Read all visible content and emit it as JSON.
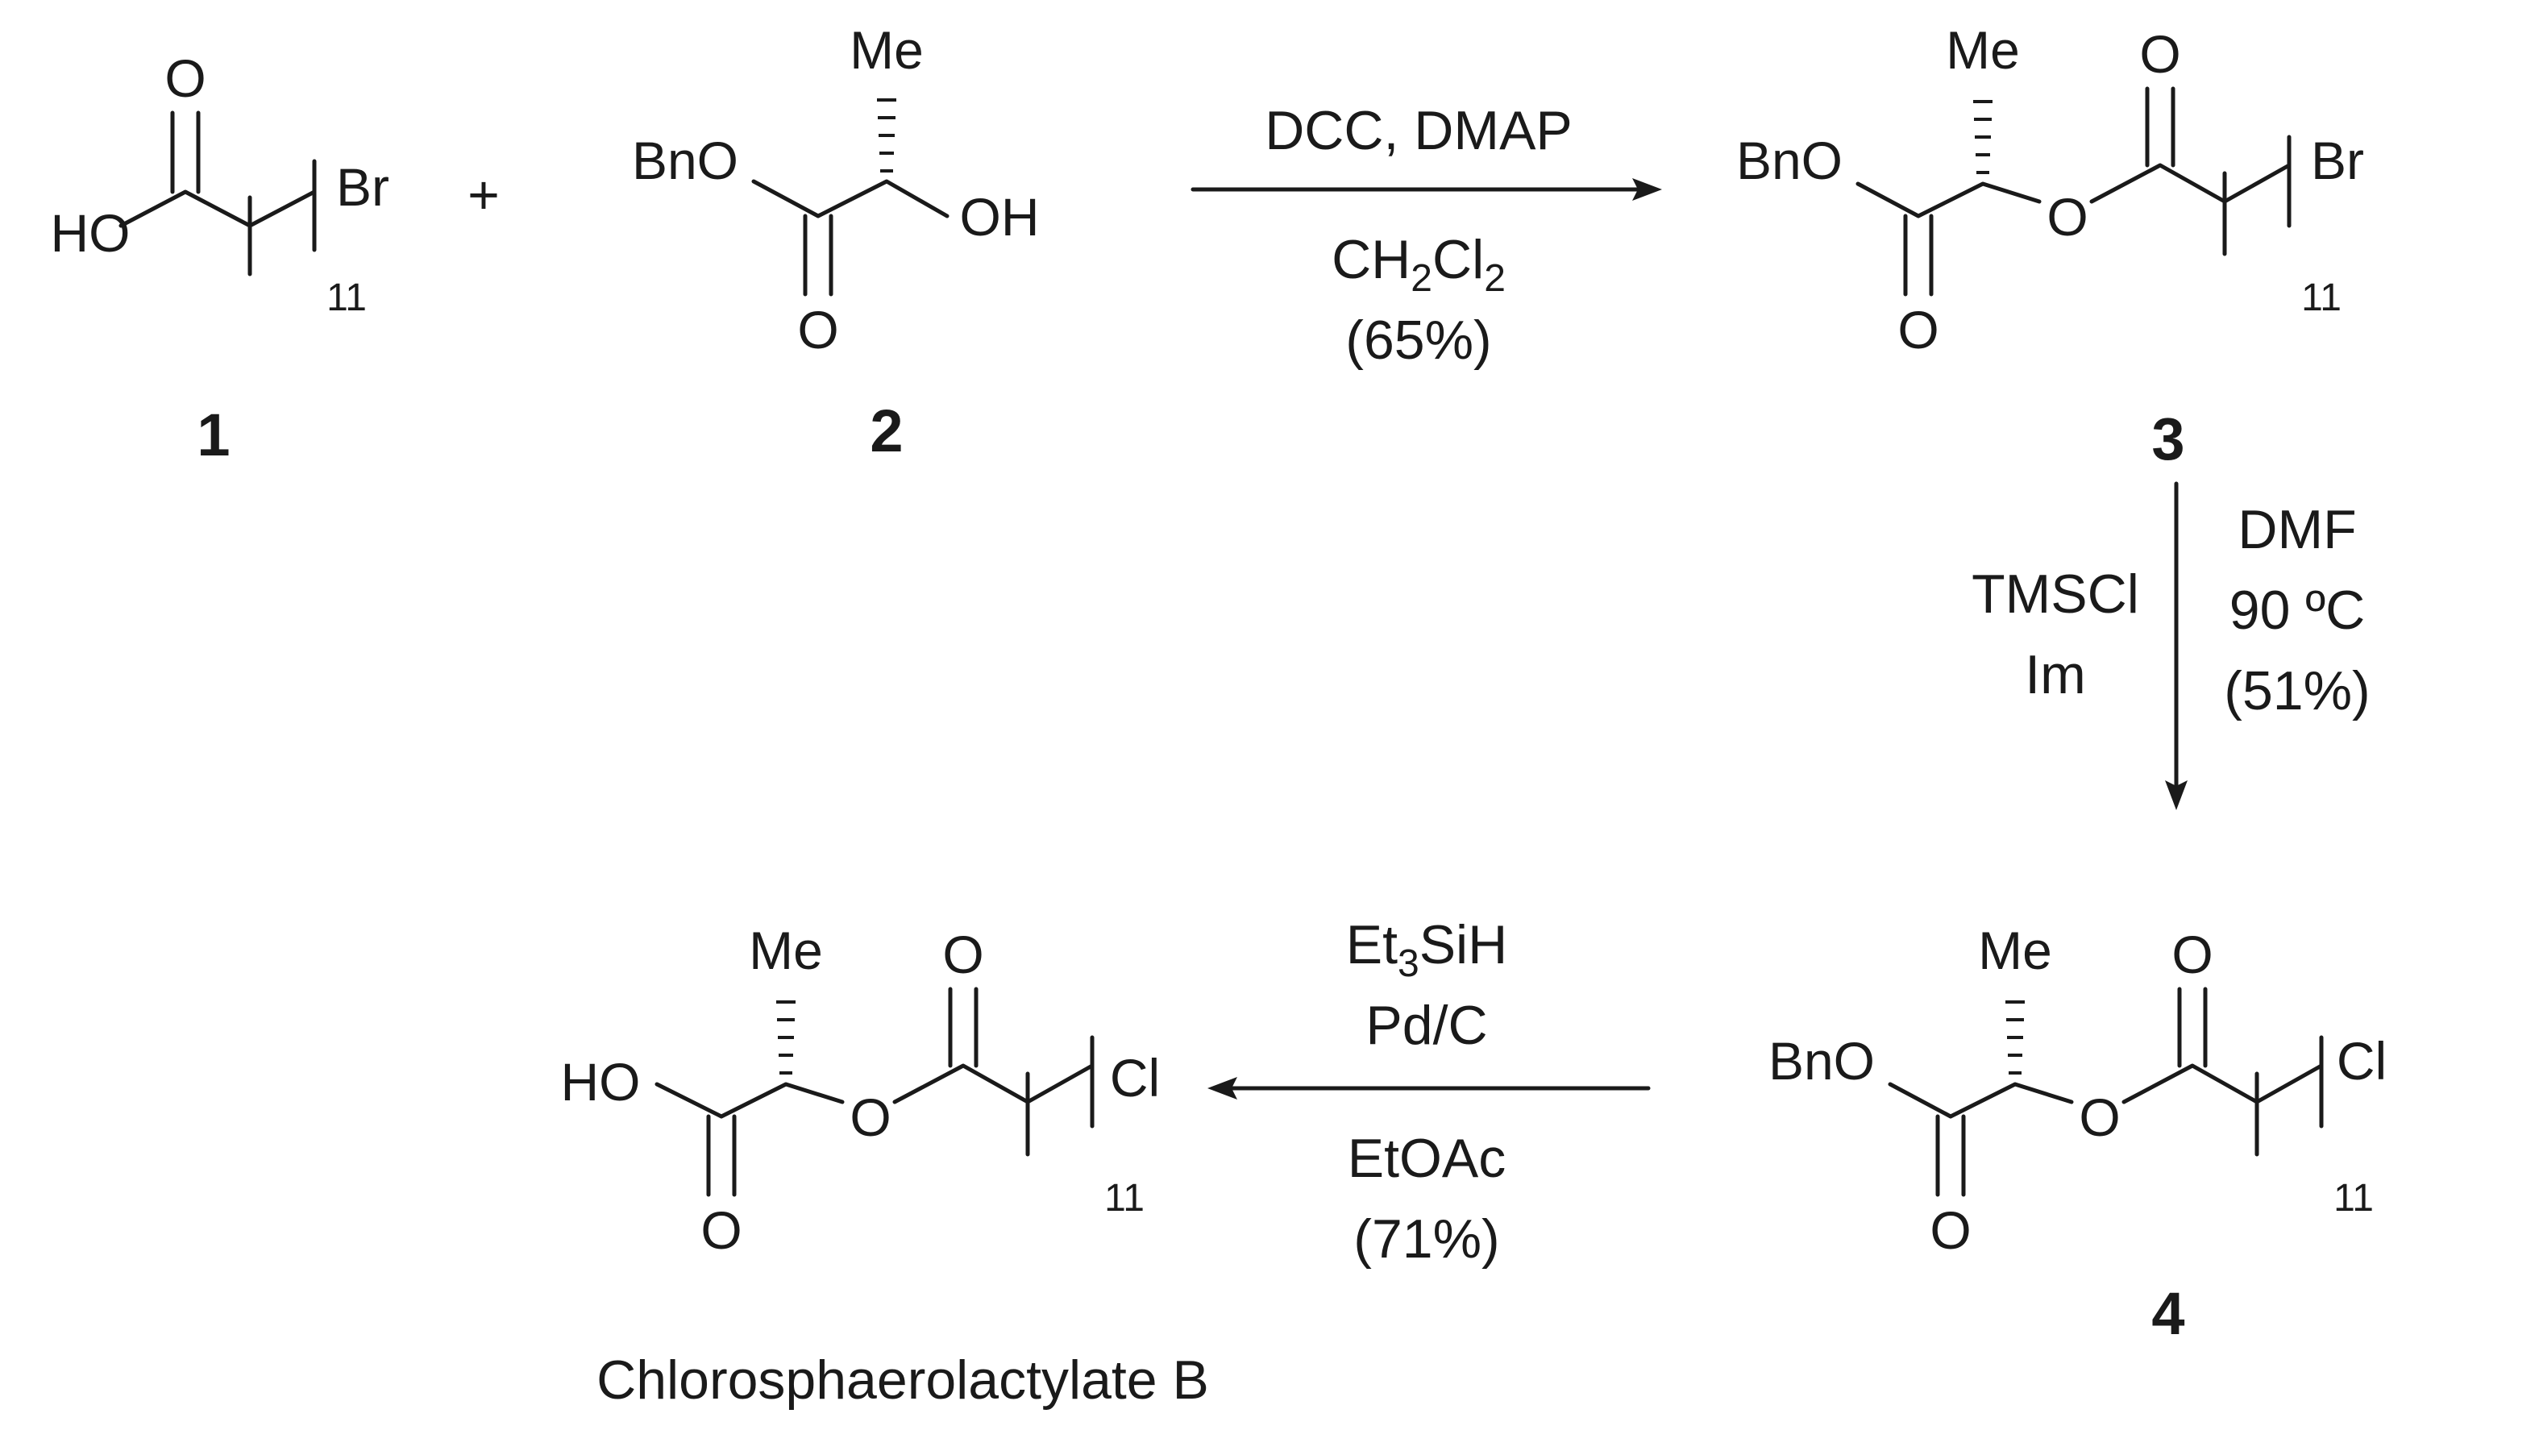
{
  "compounds": {
    "c1": {
      "number": "1",
      "labels": {
        "oxo": "O",
        "hydroxy": "HO",
        "halogen": "Br",
        "repeat": "11"
      }
    },
    "c2": {
      "number": "2",
      "labels": {
        "methyl": "Me",
        "benzyloxy": "BnO",
        "hydroxy": "OH",
        "oxo": "O"
      }
    },
    "c3": {
      "number": "3",
      "labels": {
        "methyl": "Me",
        "benzyloxy": "BnO",
        "oxo_ester": "O",
        "ester_o": "O",
        "oxo_acyl": "O",
        "halogen": "Br",
        "repeat": "11"
      }
    },
    "c4": {
      "number": "4",
      "labels": {
        "methyl": "Me",
        "benzyloxy": "BnO",
        "oxo_ester": "O",
        "ester_o": "O",
        "oxo_acyl": "O",
        "halogen": "Cl",
        "repeat": "11"
      }
    },
    "product": {
      "name": "Chlorosphaerolactylate B",
      "labels": {
        "methyl": "Me",
        "hydroxy": "HO",
        "oxo_acid": "O",
        "ester_o": "O",
        "oxo_acyl": "O",
        "halogen": "Cl",
        "repeat": "11"
      }
    }
  },
  "plus": "+",
  "steps": {
    "step1": {
      "above": "DCC, DMAP",
      "solvent_main": "CH",
      "solvent_sub1": "2",
      "solvent_mid": "Cl",
      "solvent_sub2": "2",
      "yield": "(65%)"
    },
    "step2": {
      "left1": "TMSCl",
      "left2": "Im",
      "right1": "DMF",
      "right2": "90 ºC",
      "yield": "(51%)"
    },
    "step3": {
      "above_main": "Et",
      "above_sub": "3",
      "above_rest": "SiH",
      "above2": "Pd/C",
      "below": "EtOAc",
      "yield": "(71%)"
    }
  }
}
